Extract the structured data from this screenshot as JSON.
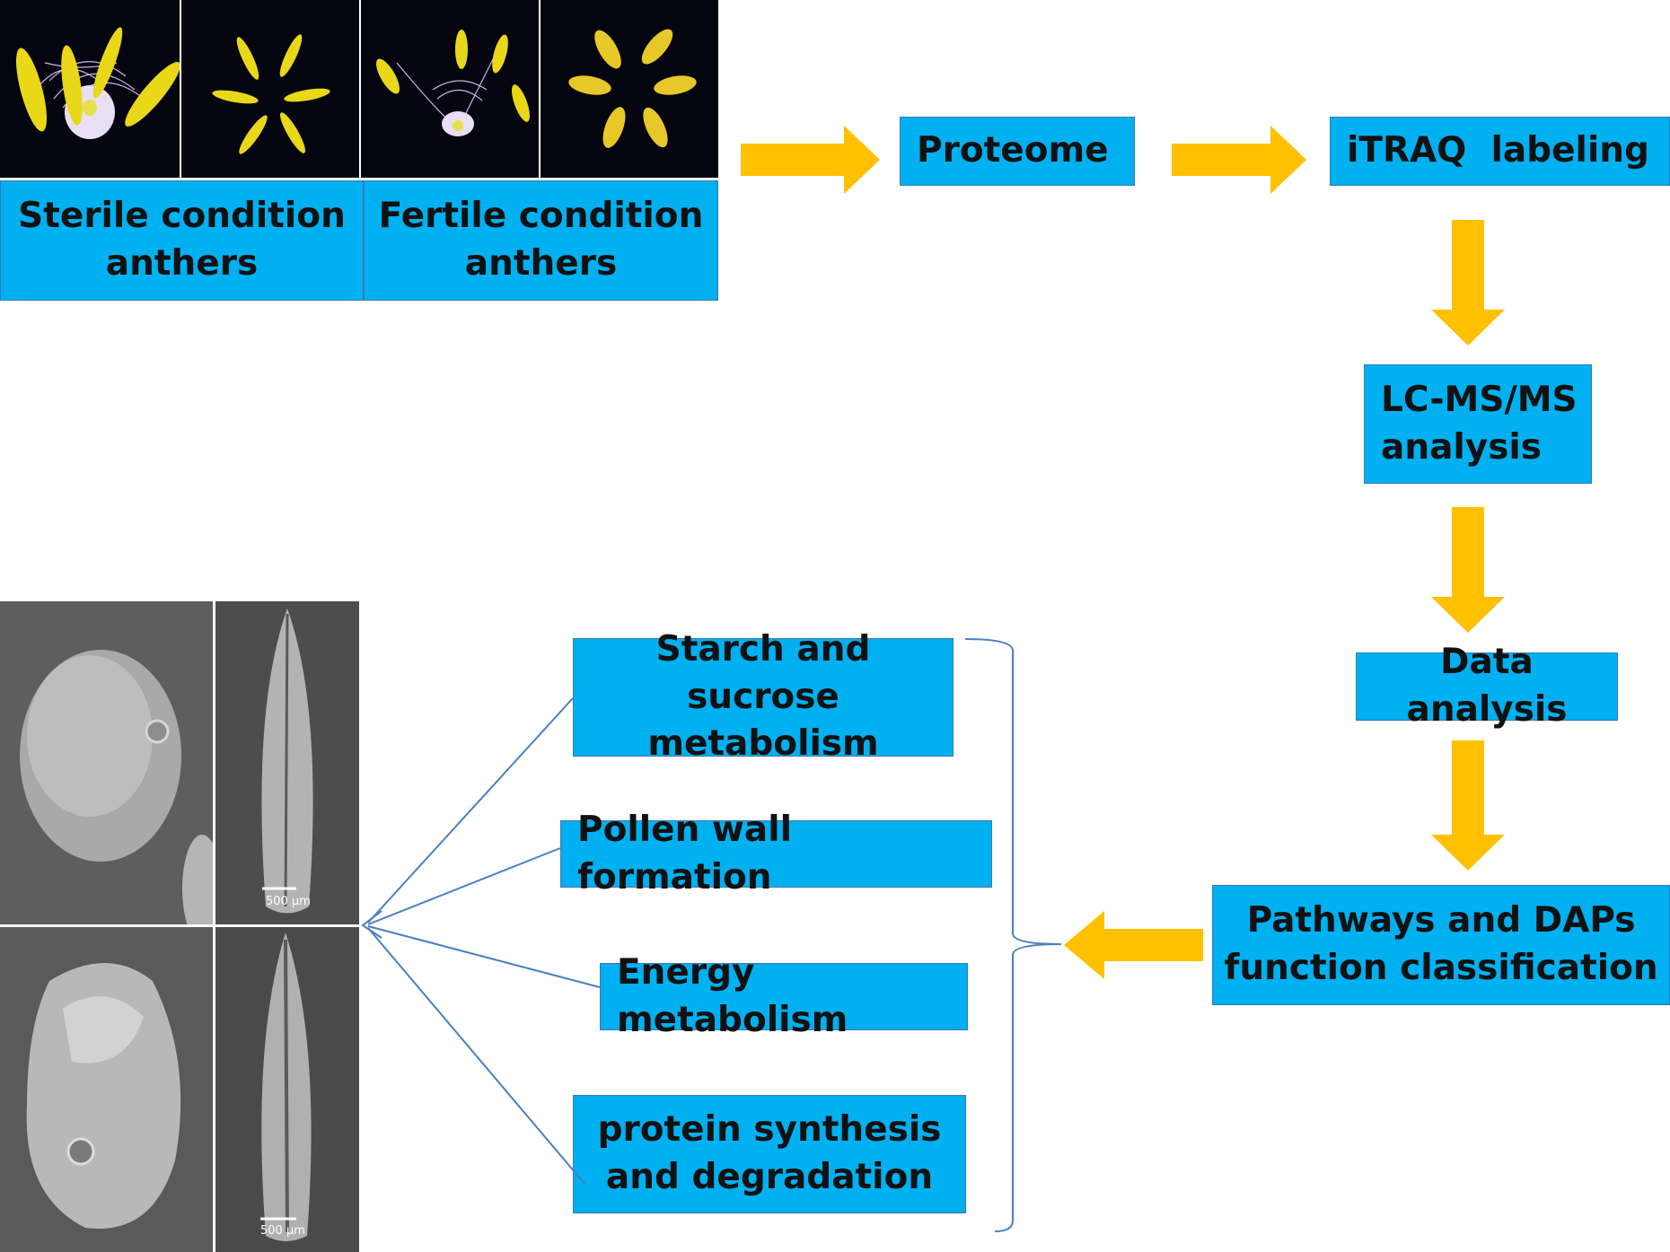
{
  "boxes": {
    "sterile": "Sterile condition\nanthers",
    "fertile": "Fertile condition\nanthers",
    "proteome": "Proteome",
    "itraq": "iTRAQ  labeling",
    "lcms": "LC-MS/MS\nanalysis",
    "data_analysis": "Data analysis",
    "pathways": "Pathways and DAPs\nfunction classification",
    "starch": "Starch and sucrose\nmetabolism",
    "pollen_wall": "Pollen wall formation",
    "energy": "Energy metabolism",
    "protein": "protein synthesis\nand degradation"
  },
  "scale_labels": {
    "top": "500 μm",
    "bottom": "500 μm"
  },
  "colors": {
    "box_fill": "#00b0f0",
    "box_border": "#3a78b4",
    "arrow": "#ffc000",
    "connector": "#4a7fc1",
    "photo_bg": "#050510"
  },
  "icons": [
    "flower-photo",
    "anther-photo",
    "pollen-sem",
    "anther-sem"
  ]
}
